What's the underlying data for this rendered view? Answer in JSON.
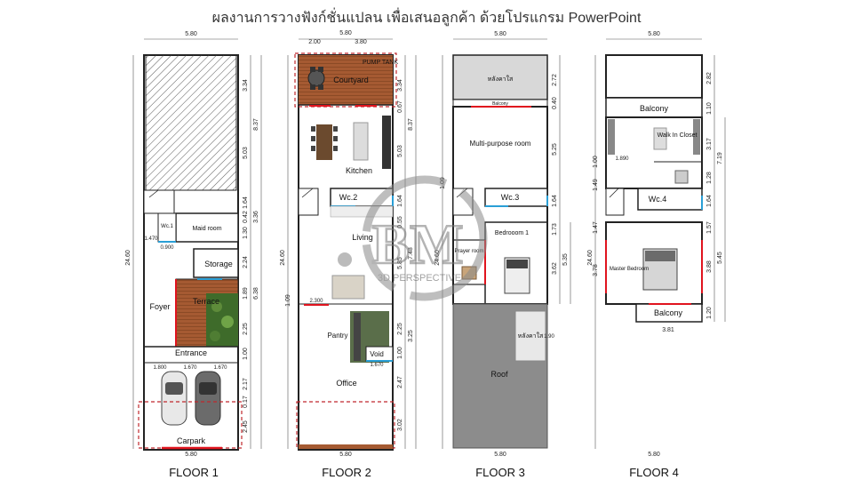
{
  "title": "ผลงานการวางฟังก์ชั่นแปลน  เพื่อเสนอลูกค้า  ด้วยโปรแกรม PowerPoint",
  "watermark": {
    "brand": "BM",
    "sub": "3D PERSPECTIVE"
  },
  "floors": [
    {
      "label": "FLOOR 1",
      "top_width": "5.80",
      "bottom_width": "5.80",
      "total_height": "24.60",
      "right_dims": [
        "3.34",
        "8.37",
        "5.03",
        "1.64",
        "3.36",
        "0.42",
        "1.30",
        "2.24",
        "1.89",
        "6.38",
        "2.25",
        "1.00",
        "2.17",
        "0.17",
        "2.45"
      ],
      "rooms": {
        "wc": "Wc.1",
        "maid": "Maid room",
        "storage": "Storage",
        "foyer": "Foyer",
        "terrace": "Terrace",
        "entrance": "Entrance",
        "carpark": "Carpark"
      },
      "small_dims": [
        "1.470",
        "1.800",
        "1.670",
        "1.670",
        "0.900"
      ]
    },
    {
      "label": "FLOOR 2",
      "top_width": "5.80",
      "sub_widths": [
        "2.00",
        "3.80"
      ],
      "bottom_width": "5.80",
      "total_height": "24.60",
      "left_dim": "1.09",
      "right_dims": [
        "3.34",
        "8.37",
        "0.67",
        "5.03",
        "1.64",
        "7.48",
        "0.55",
        "5.85",
        "2.25",
        "1.00",
        "3.25",
        "2.47",
        "3.02"
      ],
      "rooms": {
        "pump": "PUMP TANK",
        "courtyard": "Courtyard",
        "kitchen": "Kitchen",
        "wc": "Wc.2",
        "living": "Living",
        "pantry": "Pantry",
        "void": "Void",
        "office": "Office"
      },
      "small_dims": [
        "2.300",
        "1.670"
      ]
    },
    {
      "label": "FLOOR 3",
      "top_width": "5.80",
      "bottom_width": "5.80",
      "total_height": "24.60",
      "left_dim": "1.09",
      "right_dims": [
        "2.72",
        "0.40",
        "5.25",
        "1.64",
        "1.73",
        "3.62",
        "5.35"
      ],
      "rooms": {
        "skylight_top": "หลังคาใส",
        "balcony": "Balcony",
        "multipurpose": "Multi-purpose room",
        "wc": "Wc.3",
        "bedroom": "Bedrooom 1",
        "prayer": "Prayer room",
        "skylight_roof": "หลังคาใส",
        "roof": "Roof"
      },
      "small_dims": [
        "1.90"
      ]
    },
    {
      "label": "FLOOR 4",
      "top_width": "5.80",
      "bottom_width": "5.80",
      "inner_width": "3.81",
      "total_height": "24.60",
      "left_dims": [
        "1.00",
        "1.49",
        "1.47",
        "3.78"
      ],
      "right_dims": [
        "2.82",
        "1.10",
        "3.17",
        "7.19",
        "1.28",
        "1.64",
        "1.57",
        "3.88",
        "5.45",
        "1.20"
      ],
      "rooms": {
        "balcony_top": "Balcony",
        "walkin": "Walk In Closet",
        "wc": "Wc.4",
        "master": "Master Bedroom",
        "balcony_bottom": "Balcony"
      },
      "small_dims": [
        "1.890"
      ]
    }
  ],
  "colors": {
    "wall": "#222222",
    "red_wall": "#e0141e",
    "blue_wall": "#2a9fd6",
    "wood": "#a0522d",
    "roof_gray": "#8c8c8c",
    "dash_red": "#c0282d",
    "watermark": "#777777"
  }
}
